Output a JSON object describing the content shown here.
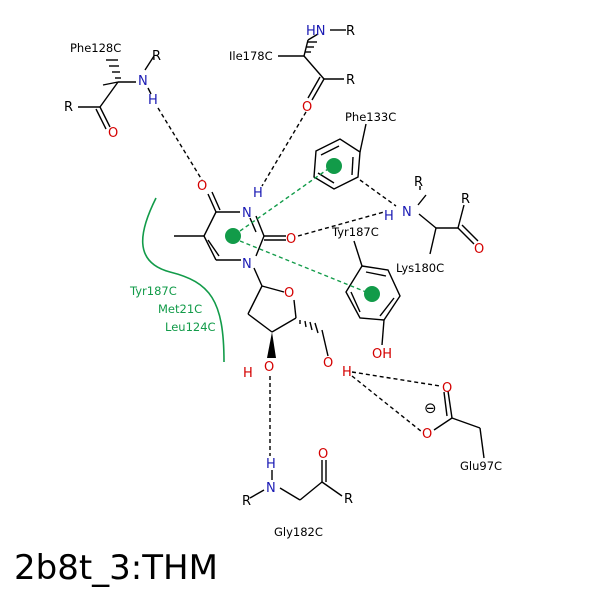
{
  "title": "2b8t_3:THM",
  "residues": {
    "phe128": "Phe128C",
    "ile178": "Ile178C",
    "phe133": "Phe133C",
    "tyr187_ring": "Tyr187C",
    "lys180": "Lys180C",
    "glu97": "Glu97C",
    "gly182": "Gly182C"
  },
  "hydrophobic_contacts": [
    "Tyr187C",
    "Met21C",
    "Leu124C"
  ],
  "atoms": {
    "N": "N",
    "O": "O",
    "H": "H",
    "R": "R",
    "HN": "HN",
    "OH": "OH",
    "minus": "⊖"
  },
  "colors": {
    "nitrogen": "#1a1ab4",
    "oxygen": "#d40000",
    "hydrophobic": "#129b49",
    "bond": "#000000"
  }
}
